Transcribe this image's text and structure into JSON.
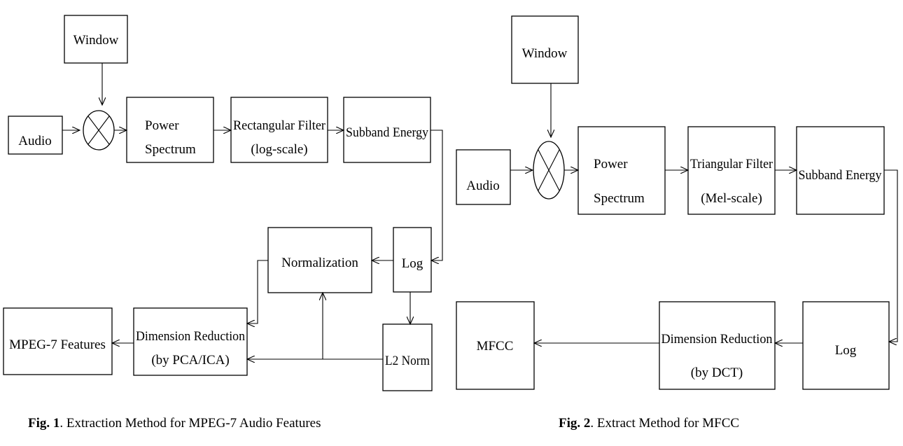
{
  "figure1": {
    "window": "Window",
    "audio": "Audio",
    "power_spectrum": [
      "Power",
      "Spectrum"
    ],
    "filter": [
      "Rectangular Filter",
      "(log-scale)"
    ],
    "subband_energy": "Subband Energy",
    "log": "Log",
    "normalization": "Normalization",
    "l2_norm": "L2 Norm",
    "dimension_reduction": [
      "Dimension Reduction",
      "(by PCA/ICA)"
    ],
    "features": "MPEG-7 Features",
    "caption_label": "Fig. 1",
    "caption_text": ". Extraction Method for MPEG-7 Audio Features"
  },
  "figure2": {
    "window": "Window",
    "audio": "Audio",
    "power_spectrum": [
      "Power",
      "Spectrum"
    ],
    "filter": [
      "Triangular Filter",
      "(Mel-scale)"
    ],
    "subband_energy": "Subband Energy",
    "log": "Log",
    "dimension_reduction": [
      "Dimension Reduction",
      "(by DCT)"
    ],
    "output": "MFCC",
    "caption_label": "Fig. 2",
    "caption_text": ". Extract Method for MFCC"
  }
}
